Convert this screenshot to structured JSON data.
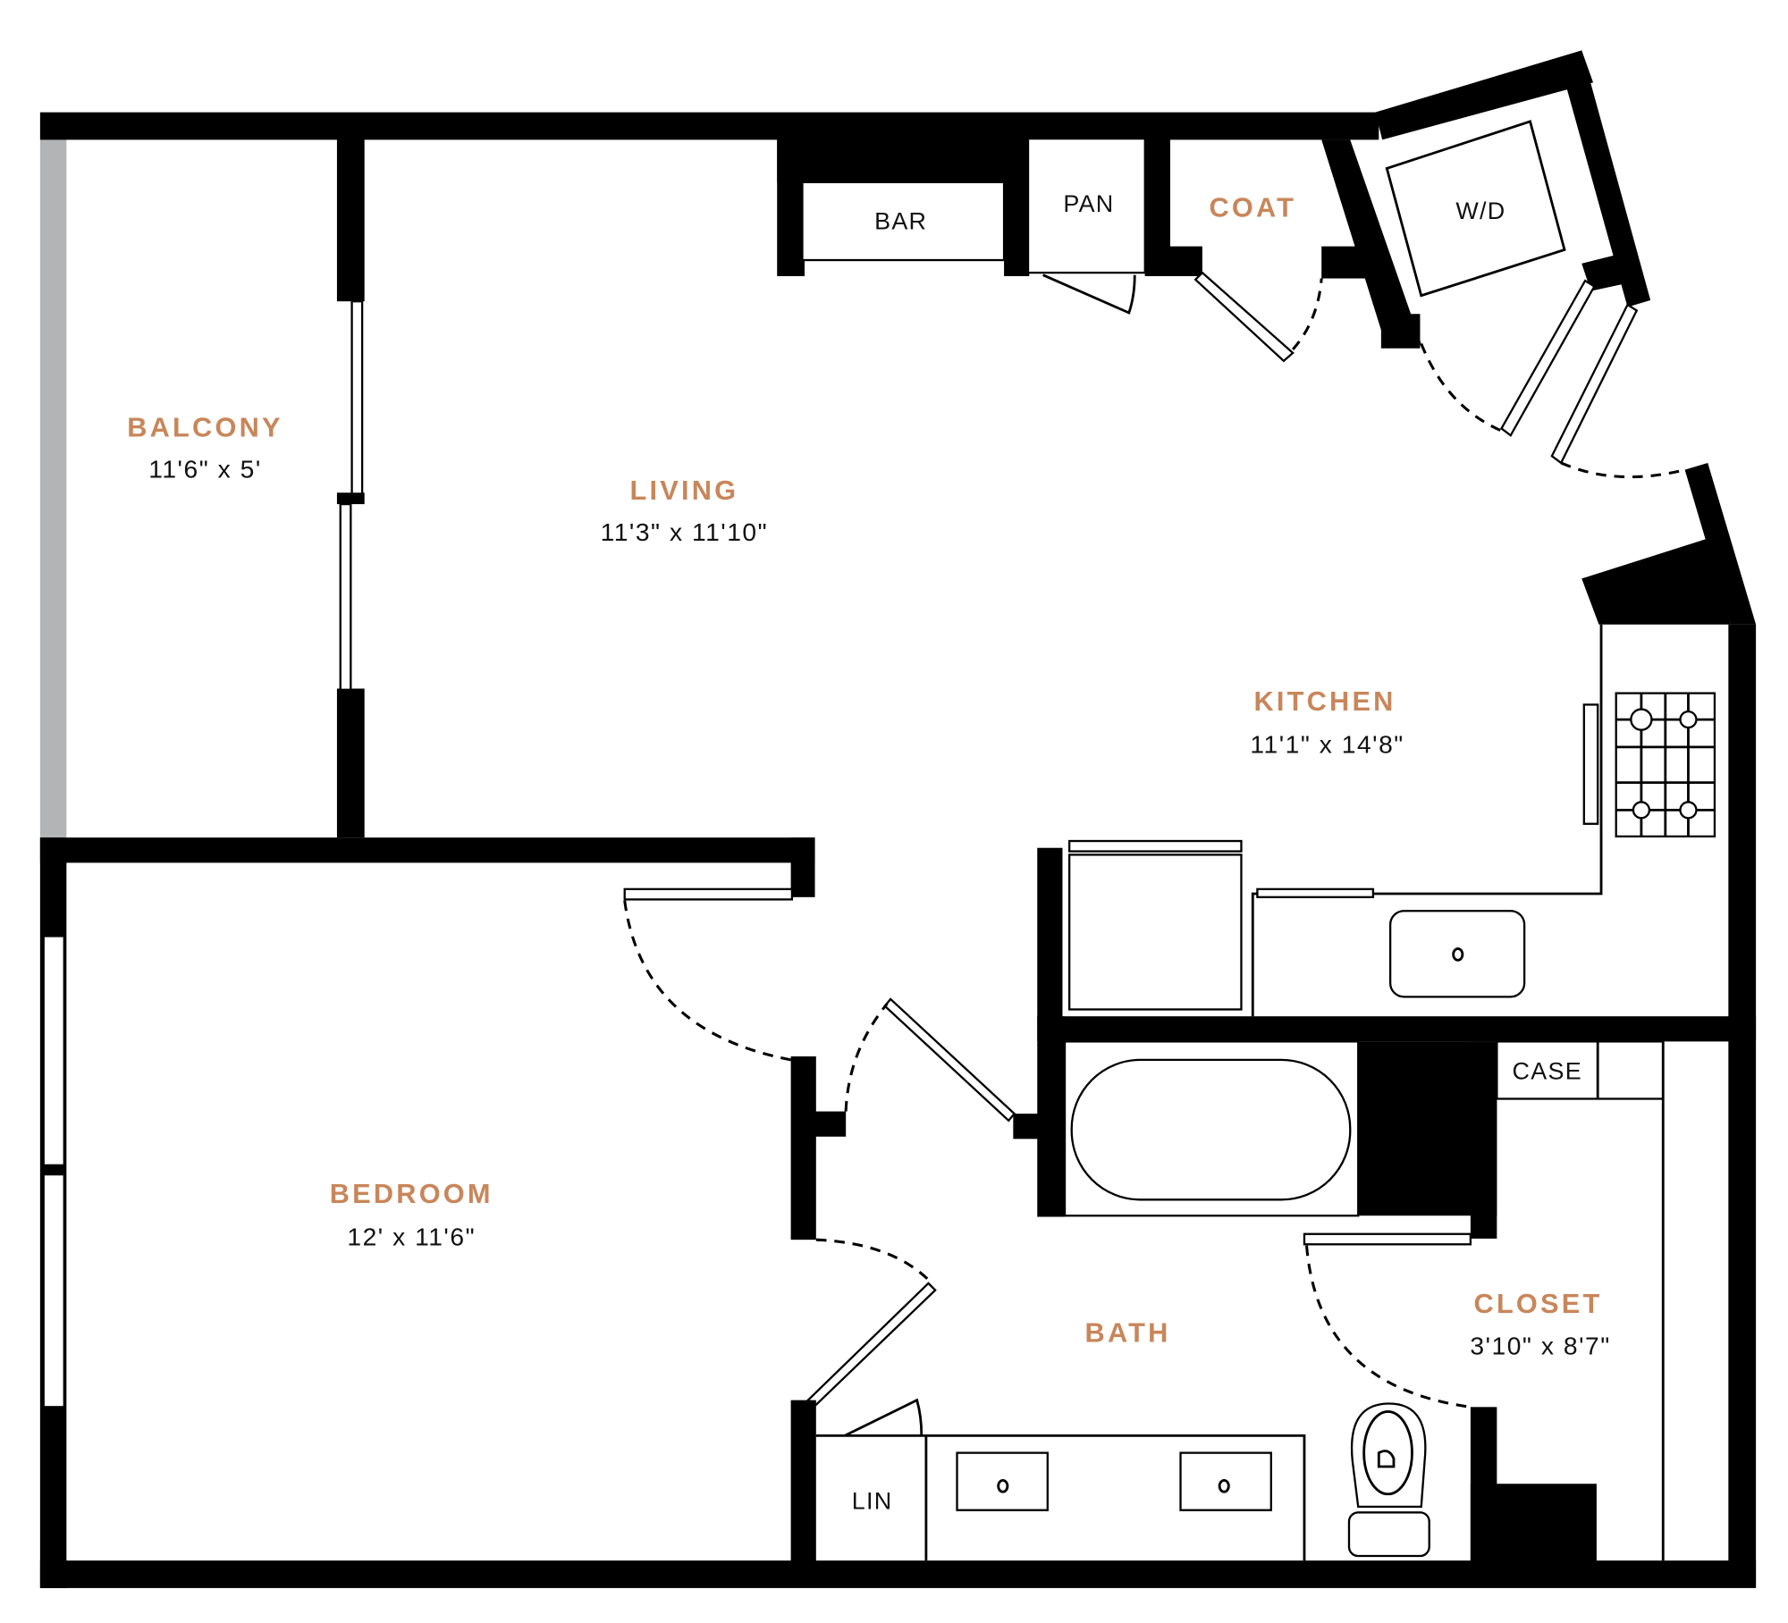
{
  "plan": {
    "label_color": "#C8865A",
    "wall_color": "#000000",
    "balcony_rail_color": "#B3B4B6"
  },
  "rooms": {
    "balcony": {
      "name": "BALCONY",
      "dims": "11'6\" x 5'"
    },
    "living": {
      "name": "LIVING",
      "dims": "11'3\" x 11'10\""
    },
    "kitchen": {
      "name": "KITCHEN",
      "dims": "11'1\" x 14'8\""
    },
    "bedroom": {
      "name": "BEDROOM",
      "dims": "12' x 11'6\""
    },
    "bath": {
      "name": "BATH"
    },
    "closet": {
      "name": "CLOSET",
      "dims": "3'10\" x 8'7\""
    },
    "coat": {
      "name": "COAT"
    }
  },
  "fixtures": {
    "bar": "BAR",
    "pantry": "PAN",
    "washer_dryer": "W/D",
    "case": "CASE",
    "linen": "LIN"
  }
}
